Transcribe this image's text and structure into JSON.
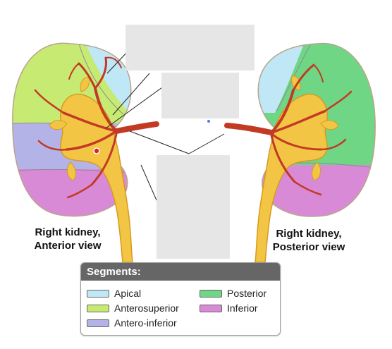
{
  "captions": {
    "anterior": [
      "Right kidney,",
      "Anterior view"
    ],
    "posterior": [
      "Right kidney,",
      "Posterior view"
    ]
  },
  "legend": {
    "title": "Segments:",
    "items": [
      {
        "label": "Apical",
        "color": "#bfe7f5"
      },
      {
        "label": "Posterior",
        "color": "#6fd685"
      },
      {
        "label": "Anterosuperior",
        "color": "#c7ea73"
      },
      {
        "label": "Inferior",
        "color": "#d98ad6"
      },
      {
        "label": "Antero-inferior",
        "color": "#b3b3e8"
      }
    ]
  },
  "colors": {
    "apical": "#bfe7f5",
    "anterosuperior": "#c7ea73",
    "antero_inferior": "#b3b3e8",
    "inferior": "#d98ad6",
    "posterior": "#6fd685",
    "artery": "#c23a24",
    "pelvis": "#f3c545",
    "label_mask": "#e6e6e6"
  }
}
